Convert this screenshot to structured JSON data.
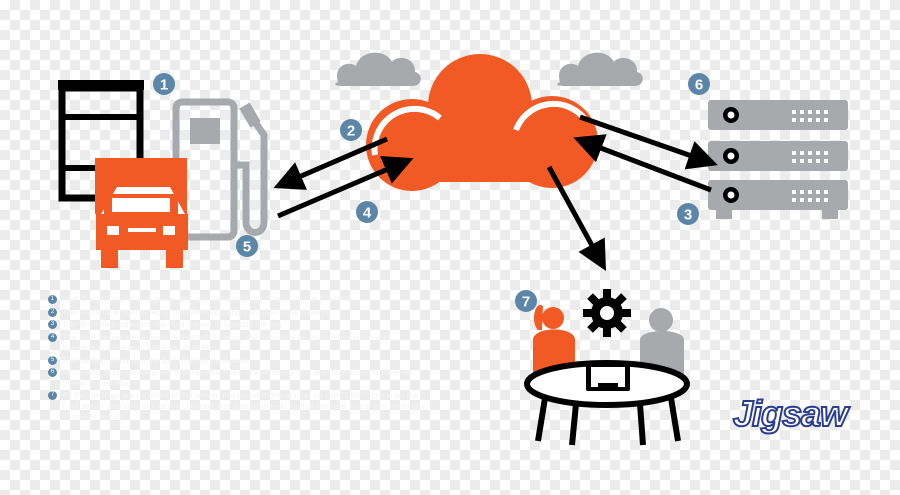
{
  "step_badges": {
    "b1": "1",
    "b2": "2",
    "b3": "3",
    "b4": "4",
    "b5": "5",
    "b6": "6",
    "b7": "7"
  },
  "steps": [
    {
      "num": "1",
      "text": "Fuel Control Terminal is presented with vehicle ID tag (Smart tag) or Fuelstick"
    },
    {
      "num": "2",
      "text": "The Terminal is connected to the Network using the GSM Data Network"
    },
    {
      "num": "3",
      "text": "The Terminals connects the Fuel Server to validate the tag"
    },
    {
      "num": "4",
      "text": "The Fuel Server sends back authorisation along with requests for more information and transaction limits (e.g. fuel type, quantity)"
    },
    {
      "num": "5",
      "text": "The fuelling starts and the fuel quantity measured"
    },
    {
      "num": "6",
      "text": "At the end of the delivery, the fuelling details are stored locally and also forwarded to the Fuel Server in real time"
    },
    {
      "num": "7",
      "text": "As the fuellings are received at the server, the transactions appear on the \"Sites\" screen on the Fuel server and tank stocks are updated and also displayed so that the user has a real time view of on-site activity"
    }
  ],
  "logo": {
    "text": "Jigsaw"
  },
  "colors": {
    "accent": "#f15a24",
    "grey": "#a7a9ac",
    "dark": "#000000",
    "badge": "#5b86a8"
  }
}
